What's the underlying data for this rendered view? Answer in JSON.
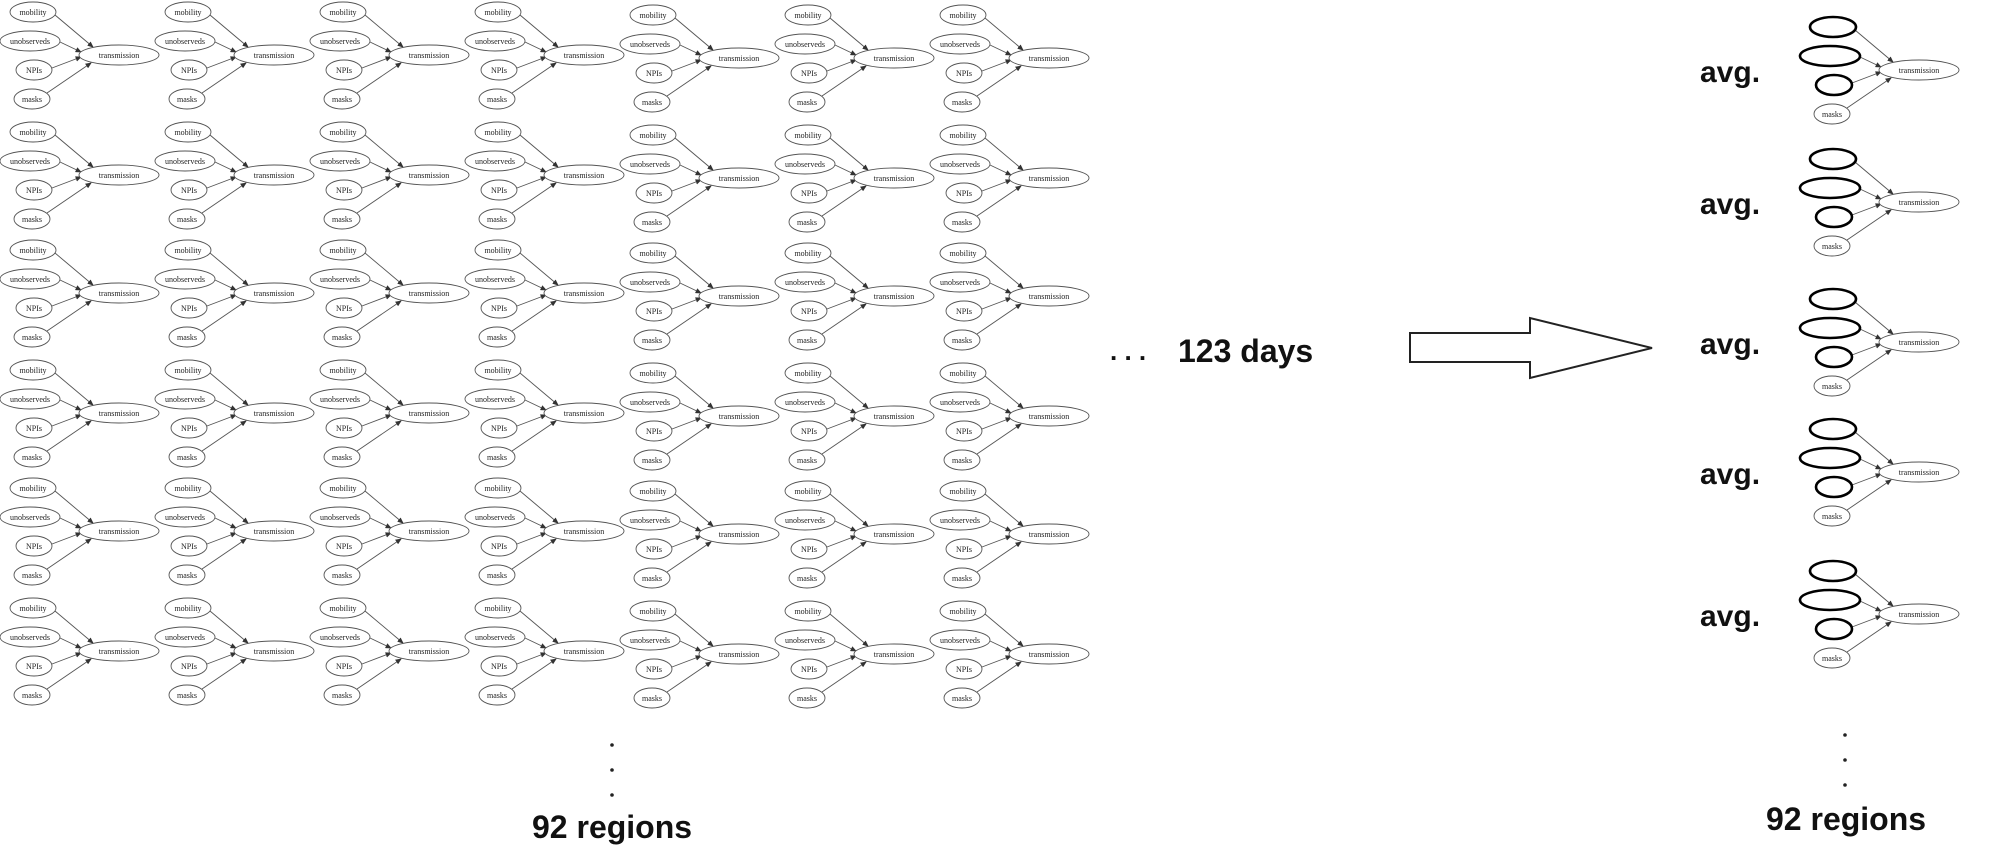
{
  "nodes": {
    "mobility": "mobility",
    "unobserveds": "unobserveds",
    "npis": "NPIs",
    "masks": "masks",
    "transmission": "transmission"
  },
  "grid": {
    "columns": 7,
    "rows": 6
  },
  "labels": {
    "days": "123 days",
    "regions_left": "92 regions",
    "regions_right": "92 regions",
    "avg": "avg.",
    "ellipsis_h": ". . .",
    "ellipsis_v": "⋮"
  },
  "avg_rows": 5,
  "colors": {
    "stroke": "#555555",
    "text": "#111111",
    "bold_stroke": "#000000"
  }
}
